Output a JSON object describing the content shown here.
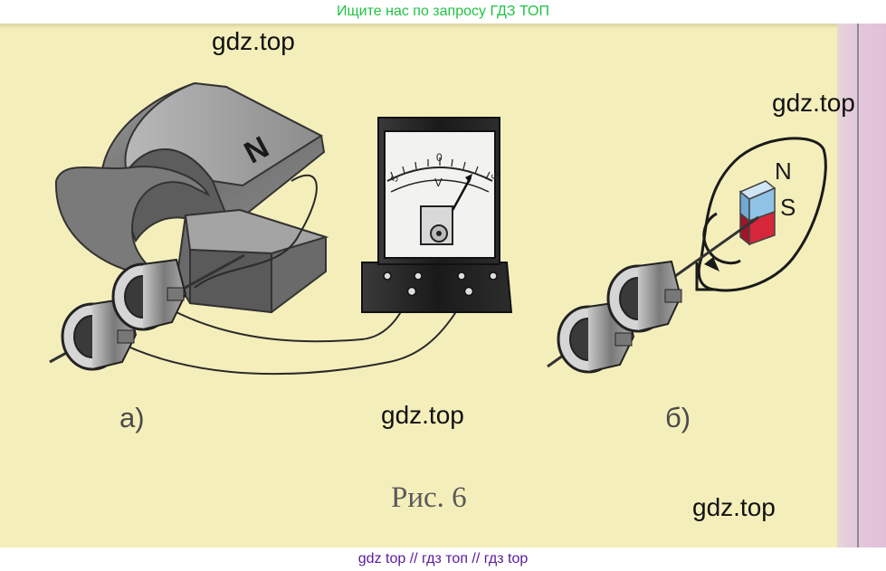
{
  "top_banner": {
    "text": "Ищите нас по запросу ГДЗ ТОП"
  },
  "bottom_banner": {
    "text": "gdz top  //  гдз топ  //  гдз top"
  },
  "watermarks": [
    "gdz.top",
    "gdz.top",
    "gdz.top",
    "gdz.top"
  ],
  "figure": {
    "caption": "Рис. 6",
    "label_a": "а)",
    "label_b": "б)",
    "magnet_a_pole": "N",
    "magnet_b_north": "N",
    "magnet_b_south": "S",
    "meter": {
      "unit": "V",
      "scale_left": "5",
      "scale_center": "0",
      "scale_right": "5"
    }
  },
  "colors": {
    "banner_text": "#22c244",
    "bottom_banner_text": "#5a1a9a",
    "page_bg": "#f4eebb",
    "magnet_north": "#8fc3e6",
    "magnet_south": "#d6263a"
  }
}
